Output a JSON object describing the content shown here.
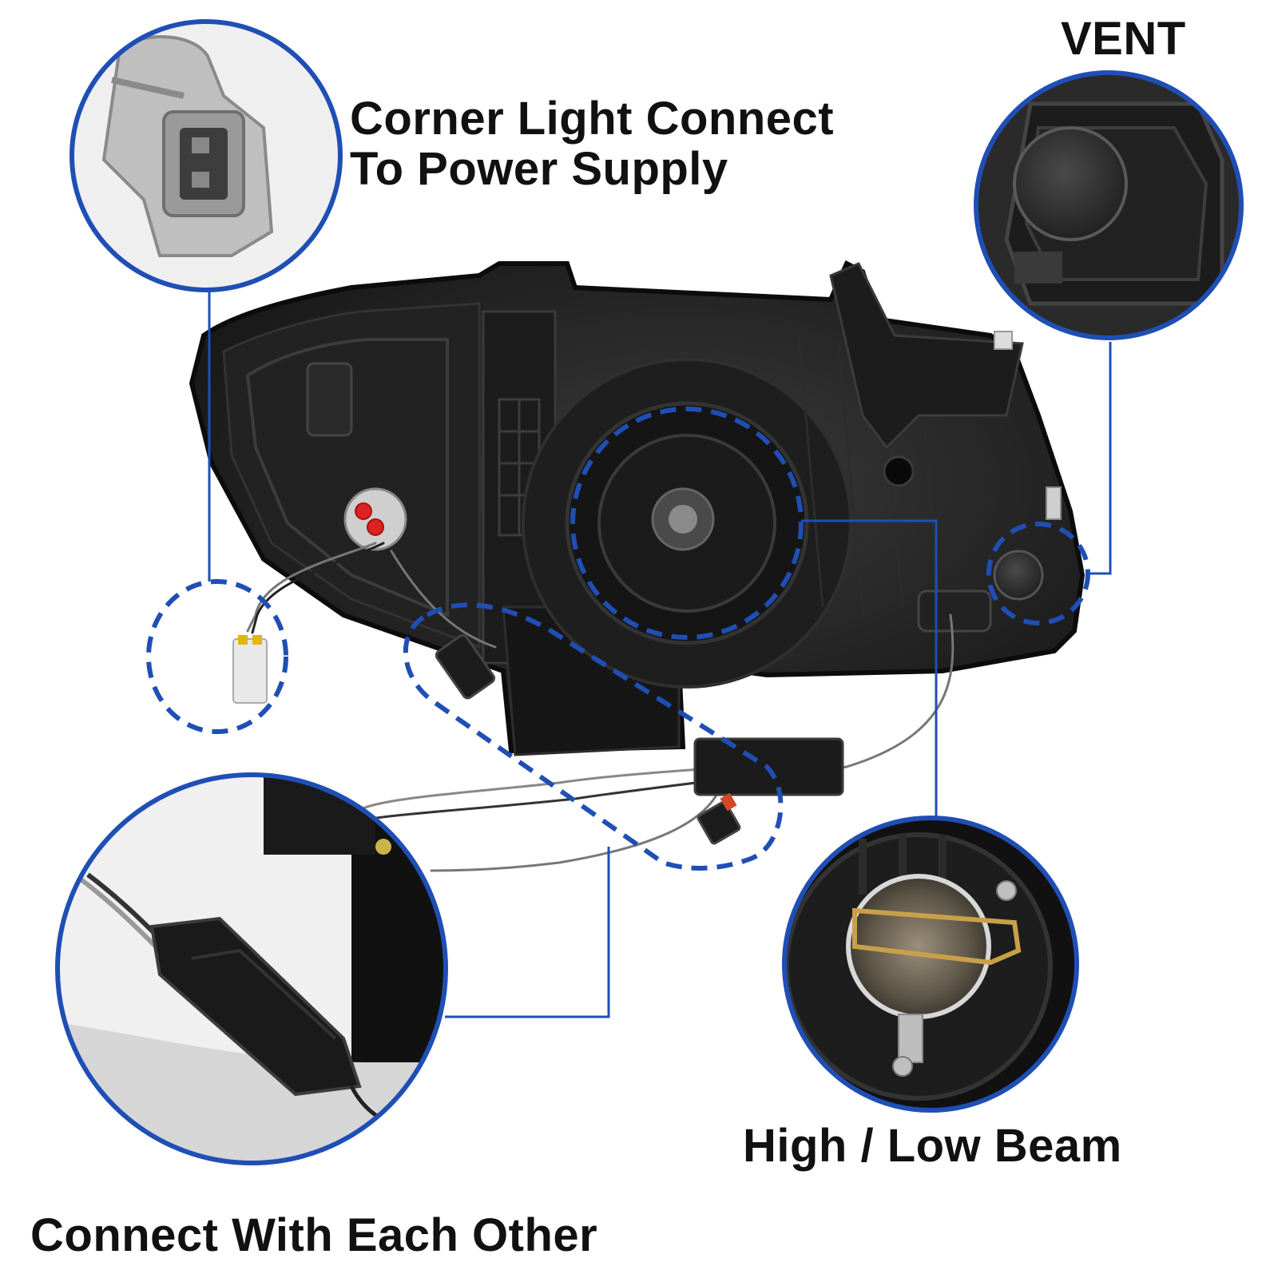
{
  "labels": {
    "vent": "VENT",
    "corner_line1": "Corner Light Connect",
    "corner_line2": "To Power Supply",
    "beam": "High / Low Beam",
    "connect": "Connect With Each Other"
  },
  "colors": {
    "accent_blue": "#1f4fb5",
    "housing_black": "#1a1a1a",
    "background": "#ffffff"
  }
}
